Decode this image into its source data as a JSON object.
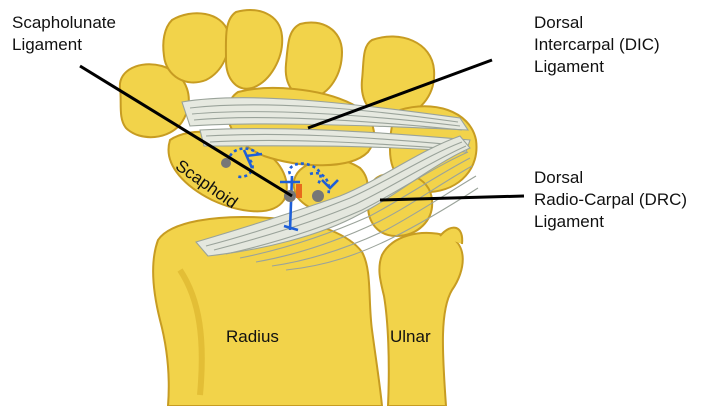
{
  "labels": {
    "scapholunate": "Scapholunate\nLigament",
    "dic": "Dorsal\nIntercarpal (DIC)\n Ligament",
    "drc": "Dorsal\nRadio-Carpal (DRC)\nLigament",
    "scaphoid": "Scaphoid",
    "radius": "Radius",
    "ulnar": "Ulnar"
  },
  "colors": {
    "bone": "#f2d34a",
    "bone_shade": "#d9b12a",
    "bone_outline": "#b99020",
    "ligament": "#e4e7de",
    "ligament_line": "#9aa39a",
    "marker_blue": "#1e5fd8",
    "dot_gray": "#777777",
    "accent_orange": "#e86a1c"
  }
}
